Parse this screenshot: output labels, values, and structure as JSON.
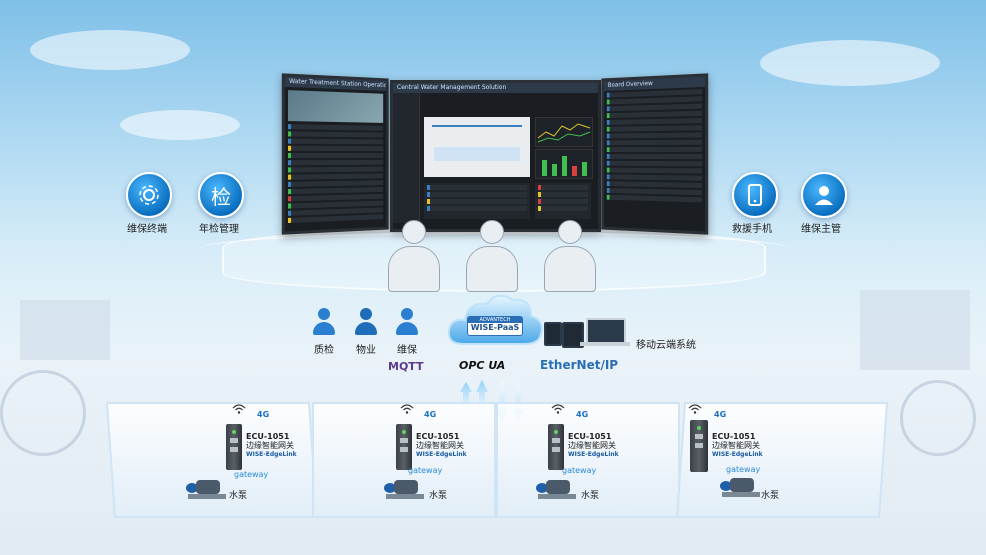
{
  "left_icons": [
    {
      "label": "维保终端",
      "icon": "gear-cycle-icon"
    },
    {
      "label": "年检管理",
      "icon": "inspection-badge-icon",
      "glyph": "检"
    }
  ],
  "right_icons": [
    {
      "label": "救援手机",
      "icon": "mobile-phone-icon"
    },
    {
      "label": "维保主管",
      "icon": "supervisor-icon"
    }
  ],
  "roles": [
    "质检",
    "物业",
    "维保"
  ],
  "cloud": {
    "brand": "ADVANTECH",
    "product": "WISE-PaaS"
  },
  "mobile_label": "移动云端系统",
  "protocols": [
    "MQTT",
    "OPC UA",
    "EtherNet/IP"
  ],
  "screens": {
    "left_title": "Water Treatment Station Operation",
    "center_title": "Central Water Management Solution",
    "right_title": "Board Overview"
  },
  "gateways": [
    {
      "model": "ECU-1051",
      "desc": "边缘智能网关",
      "sub": "WISE-EdgeLink",
      "network": "4G",
      "link": "gateway",
      "pump": "水泵"
    },
    {
      "model": "ECU-1051",
      "desc": "边缘智能网关",
      "sub": "WISE-EdgeLink",
      "network": "4G",
      "link": "gateway",
      "pump": "水泵"
    },
    {
      "model": "ECU-1051",
      "desc": "边缘智能网关",
      "sub": "WISE-EdgeLink",
      "network": "4G",
      "link": "gateway",
      "pump": "水泵"
    },
    {
      "model": "ECU-1051",
      "desc": "边缘智能网关",
      "sub": "WISE-EdgeLink",
      "network": "4G",
      "link": "gateway",
      "pump": "水泵"
    }
  ],
  "colors": {
    "accent": "#0a6fc0",
    "mqtt": "#5b3a8c",
    "opcua": "#111111",
    "ethernet": "#2a6fb5",
    "link": "#2a8ad8"
  }
}
